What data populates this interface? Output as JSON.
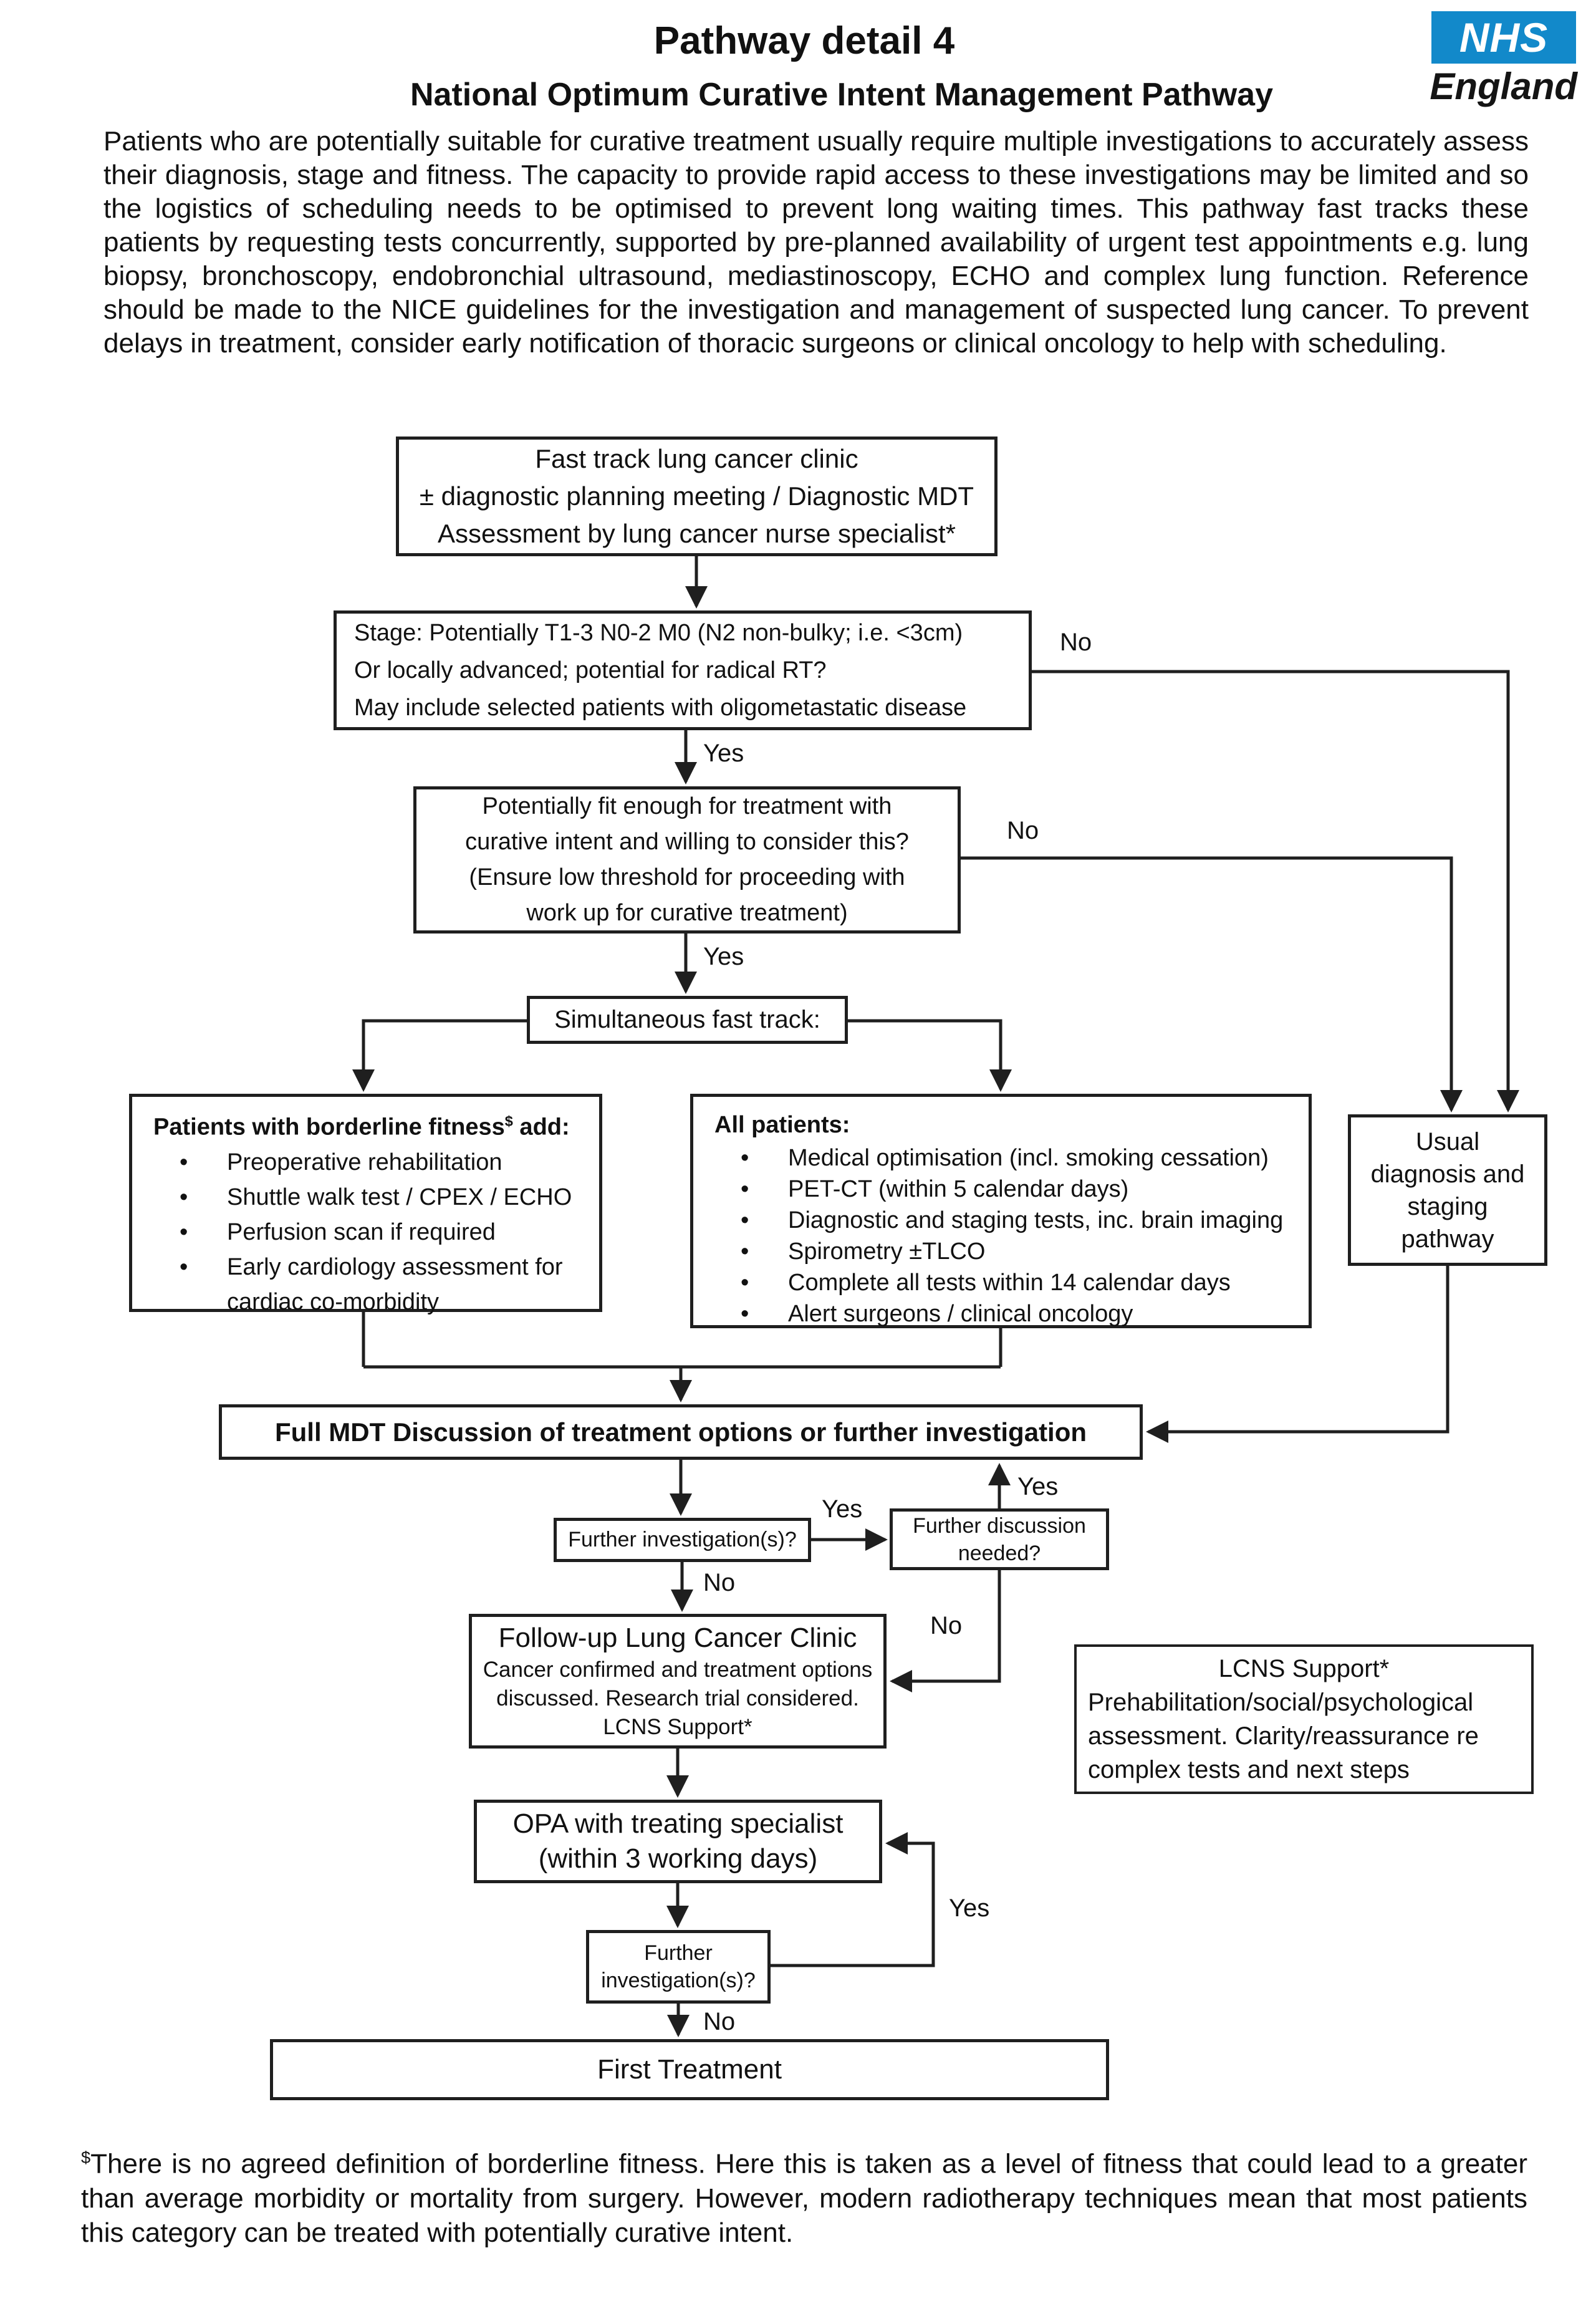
{
  "header": {
    "title": "Pathway detail 4",
    "subtitle": "National Optimum Curative Intent Management Pathway"
  },
  "logo": {
    "nhs": "NHS",
    "england": "England",
    "blue": "#1289ca"
  },
  "intro": "Patients who are potentially suitable for curative treatment usually require multiple investigations to accurately assess their diagnosis, stage and fitness. The capacity to provide rapid access to these investigations may be limited and so the logistics of scheduling needs to be optimised to prevent long waiting times. This pathway fast tracks these patients by requesting tests concurrently, supported by pre-planned availability of urgent test appointments e.g. lung biopsy, bronchoscopy, endobronchial ultrasound, mediastinoscopy, ECHO and complex lung function. Reference should be made to the NICE guidelines for the investigation and management of suspected lung cancer. To prevent delays in treatment, consider early notification of thoracic surgeons or clinical oncology to help with scheduling.",
  "flow": {
    "fast_track": {
      "lines": [
        "Fast track lung cancer clinic",
        "± diagnostic planning meeting / Diagnostic MDT",
        "Assessment by lung cancer nurse specialist*"
      ]
    },
    "stage": {
      "lines": [
        "Stage: Potentially T1-3 N0-2 M0  (N2 non-bulky; i.e. <3cm)",
        "Or locally advanced; potential for radical RT?",
        "May include selected patients with oligometastatic disease"
      ]
    },
    "fit": {
      "lines": [
        "Potentially fit enough for treatment with",
        "curative intent and willing to consider this?",
        "(Ensure low threshold for proceeding with",
        "work up for curative treatment)"
      ]
    },
    "simultaneous": {
      "label": "Simultaneous fast track:"
    },
    "borderline": {
      "heading_pre": "Patients with borderline fitness",
      "heading_sup": "$",
      "heading_post": " add:",
      "items": [
        "Preoperative rehabilitation",
        "Shuttle walk test / CPEX / ECHO",
        "Perfusion scan if required",
        "Early cardiology assessment for cardiac co-morbidity"
      ]
    },
    "all_patients": {
      "heading": "All patients:",
      "items": [
        "Medical optimisation (incl. smoking cessation)",
        "PET-CT (within 5 calendar days)",
        "Diagnostic and staging tests, inc. brain imaging",
        "Spirometry ±TLCO",
        "Complete all tests within 14 calendar days",
        "Alert surgeons / clinical oncology"
      ]
    },
    "usual": {
      "lines": [
        "Usual",
        "diagnosis and",
        "staging",
        "pathway"
      ]
    },
    "mdt": {
      "label": "Full MDT Discussion of treatment options or further investigation"
    },
    "further_inv1": {
      "label": "Further investigation(s)?"
    },
    "further_disc": {
      "lines": [
        "Further discussion",
        "needed?"
      ]
    },
    "followup": {
      "title": "Follow-up Lung Cancer Clinic",
      "sub": [
        "Cancer confirmed and treatment options",
        "discussed. Research trial considered.",
        "LCNS Support*"
      ]
    },
    "lcns": {
      "lines": [
        "LCNS Support*",
        "Prehabilitation/social/psychological",
        "assessment. Clarity/reassurance re",
        "complex tests and next steps"
      ]
    },
    "opa": {
      "lines": [
        "OPA with treating specialist",
        "(within 3 working days)"
      ]
    },
    "further_inv2": {
      "lines": [
        "Further",
        "investigation(s)?"
      ]
    },
    "first_treatment": {
      "label": "First Treatment"
    }
  },
  "labels": {
    "yes": "Yes",
    "no": "No"
  },
  "footnote": {
    "sup": "$",
    "text": "There is no agreed definition of borderline fitness. Here this is taken as a level of fitness that could lead to a greater than average morbidity or mortality from surgery. However, modern radiotherapy techniques mean that most patients this category can be treated with potentially curative intent."
  }
}
